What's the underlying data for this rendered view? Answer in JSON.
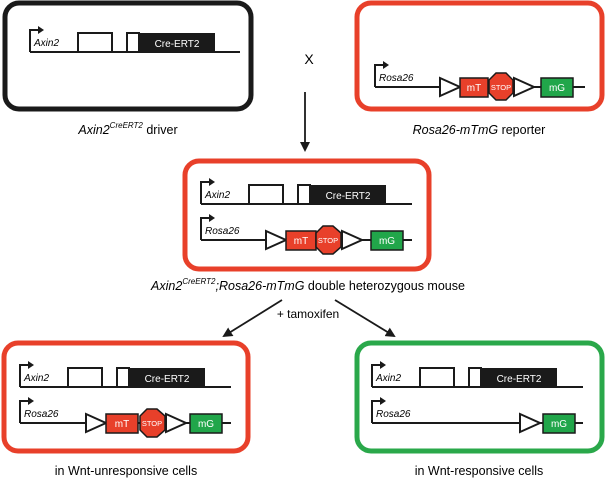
{
  "genes": {
    "axin2": "Axin2",
    "rosa26": "Rosa26",
    "cre": "Cre-ERT2",
    "mt": "mT",
    "stop": "STOP",
    "mg": "mG"
  },
  "cross_symbol": "X",
  "driver_caption": {
    "gene": "Axin2",
    "sup": "CreERT2",
    "rest": " driver"
  },
  "reporter_caption": {
    "gene": "Rosa26-mTmG",
    "rest": " reporter"
  },
  "double_caption": {
    "gene1": "Axin2",
    "sup": "CreERT2",
    "gene2": ";Rosa26-mTmG",
    "rest": " double heterozygous mouse"
  },
  "treatment": "+ tamoxifen",
  "unresponsive_caption": "in Wnt-unresponsive cells",
  "responsive_caption": "in Wnt-responsive cells",
  "colors": {
    "black": "#1a1a1a",
    "red": "#e8402a",
    "green": "#2aa84a",
    "mt_fill": "#e8402a",
    "mg_fill": "#21a64a"
  }
}
